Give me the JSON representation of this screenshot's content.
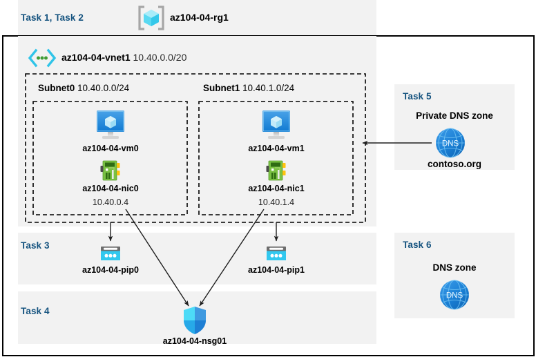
{
  "diagram": {
    "title_bar": {
      "task_label": "Task 1, Task 2",
      "resource_group_icon": "resource-group-cube-icon",
      "resource_group_name": "az104-04-rg1"
    },
    "vnet": {
      "icon": "virtual-network-icon",
      "name": "az104-04-vnet1",
      "cidr": "10.40.0.0/20"
    },
    "subnets": [
      {
        "name": "Subnet0",
        "cidr": "10.40.0.0/24",
        "vm": {
          "icon": "virtual-machine-icon",
          "name": "az104-04-vm0"
        },
        "nic": {
          "icon": "network-interface-icon",
          "name": "az104-04-nic0",
          "ip": "10.40.0.4"
        }
      },
      {
        "name": "Subnet1",
        "cidr": "10.40.1.0/24",
        "vm": {
          "icon": "virtual-machine-icon",
          "name": "az104-04-vm1"
        },
        "nic": {
          "icon": "network-interface-icon",
          "name": "az104-04-nic1",
          "ip": "10.40.1.4"
        }
      }
    ],
    "task3": {
      "task_label": "Task 3",
      "pips": [
        {
          "icon": "public-ip-address-icon",
          "name": "az104-04-pip0"
        },
        {
          "icon": "public-ip-address-icon",
          "name": "az104-04-pip1"
        }
      ]
    },
    "task4": {
      "task_label": "Task 4",
      "nsg": {
        "icon": "network-security-group-shield-icon",
        "name": "az104-04-nsg01"
      }
    },
    "task5": {
      "task_label": "Task 5",
      "heading": "Private DNS zone",
      "icon": "dns-globe-icon",
      "icon_text": "DNS",
      "zone_name": "contoso.org"
    },
    "task6": {
      "task_label": "Task 6",
      "heading": "DNS zone",
      "icon": "dns-globe-icon",
      "icon_text": "DNS"
    },
    "colors": {
      "task_label": "#15537f",
      "panel_bg": "#f2f2f2",
      "frame_border": "#000000",
      "arrow": "#1f1f1f",
      "dns_blue": "#1f87e0",
      "pip_cyan": "#32c8ef",
      "nic_green": "#6fbd44",
      "vm_blue": "#1e8fdd",
      "shield_blue": "#3cc8f5"
    }
  }
}
